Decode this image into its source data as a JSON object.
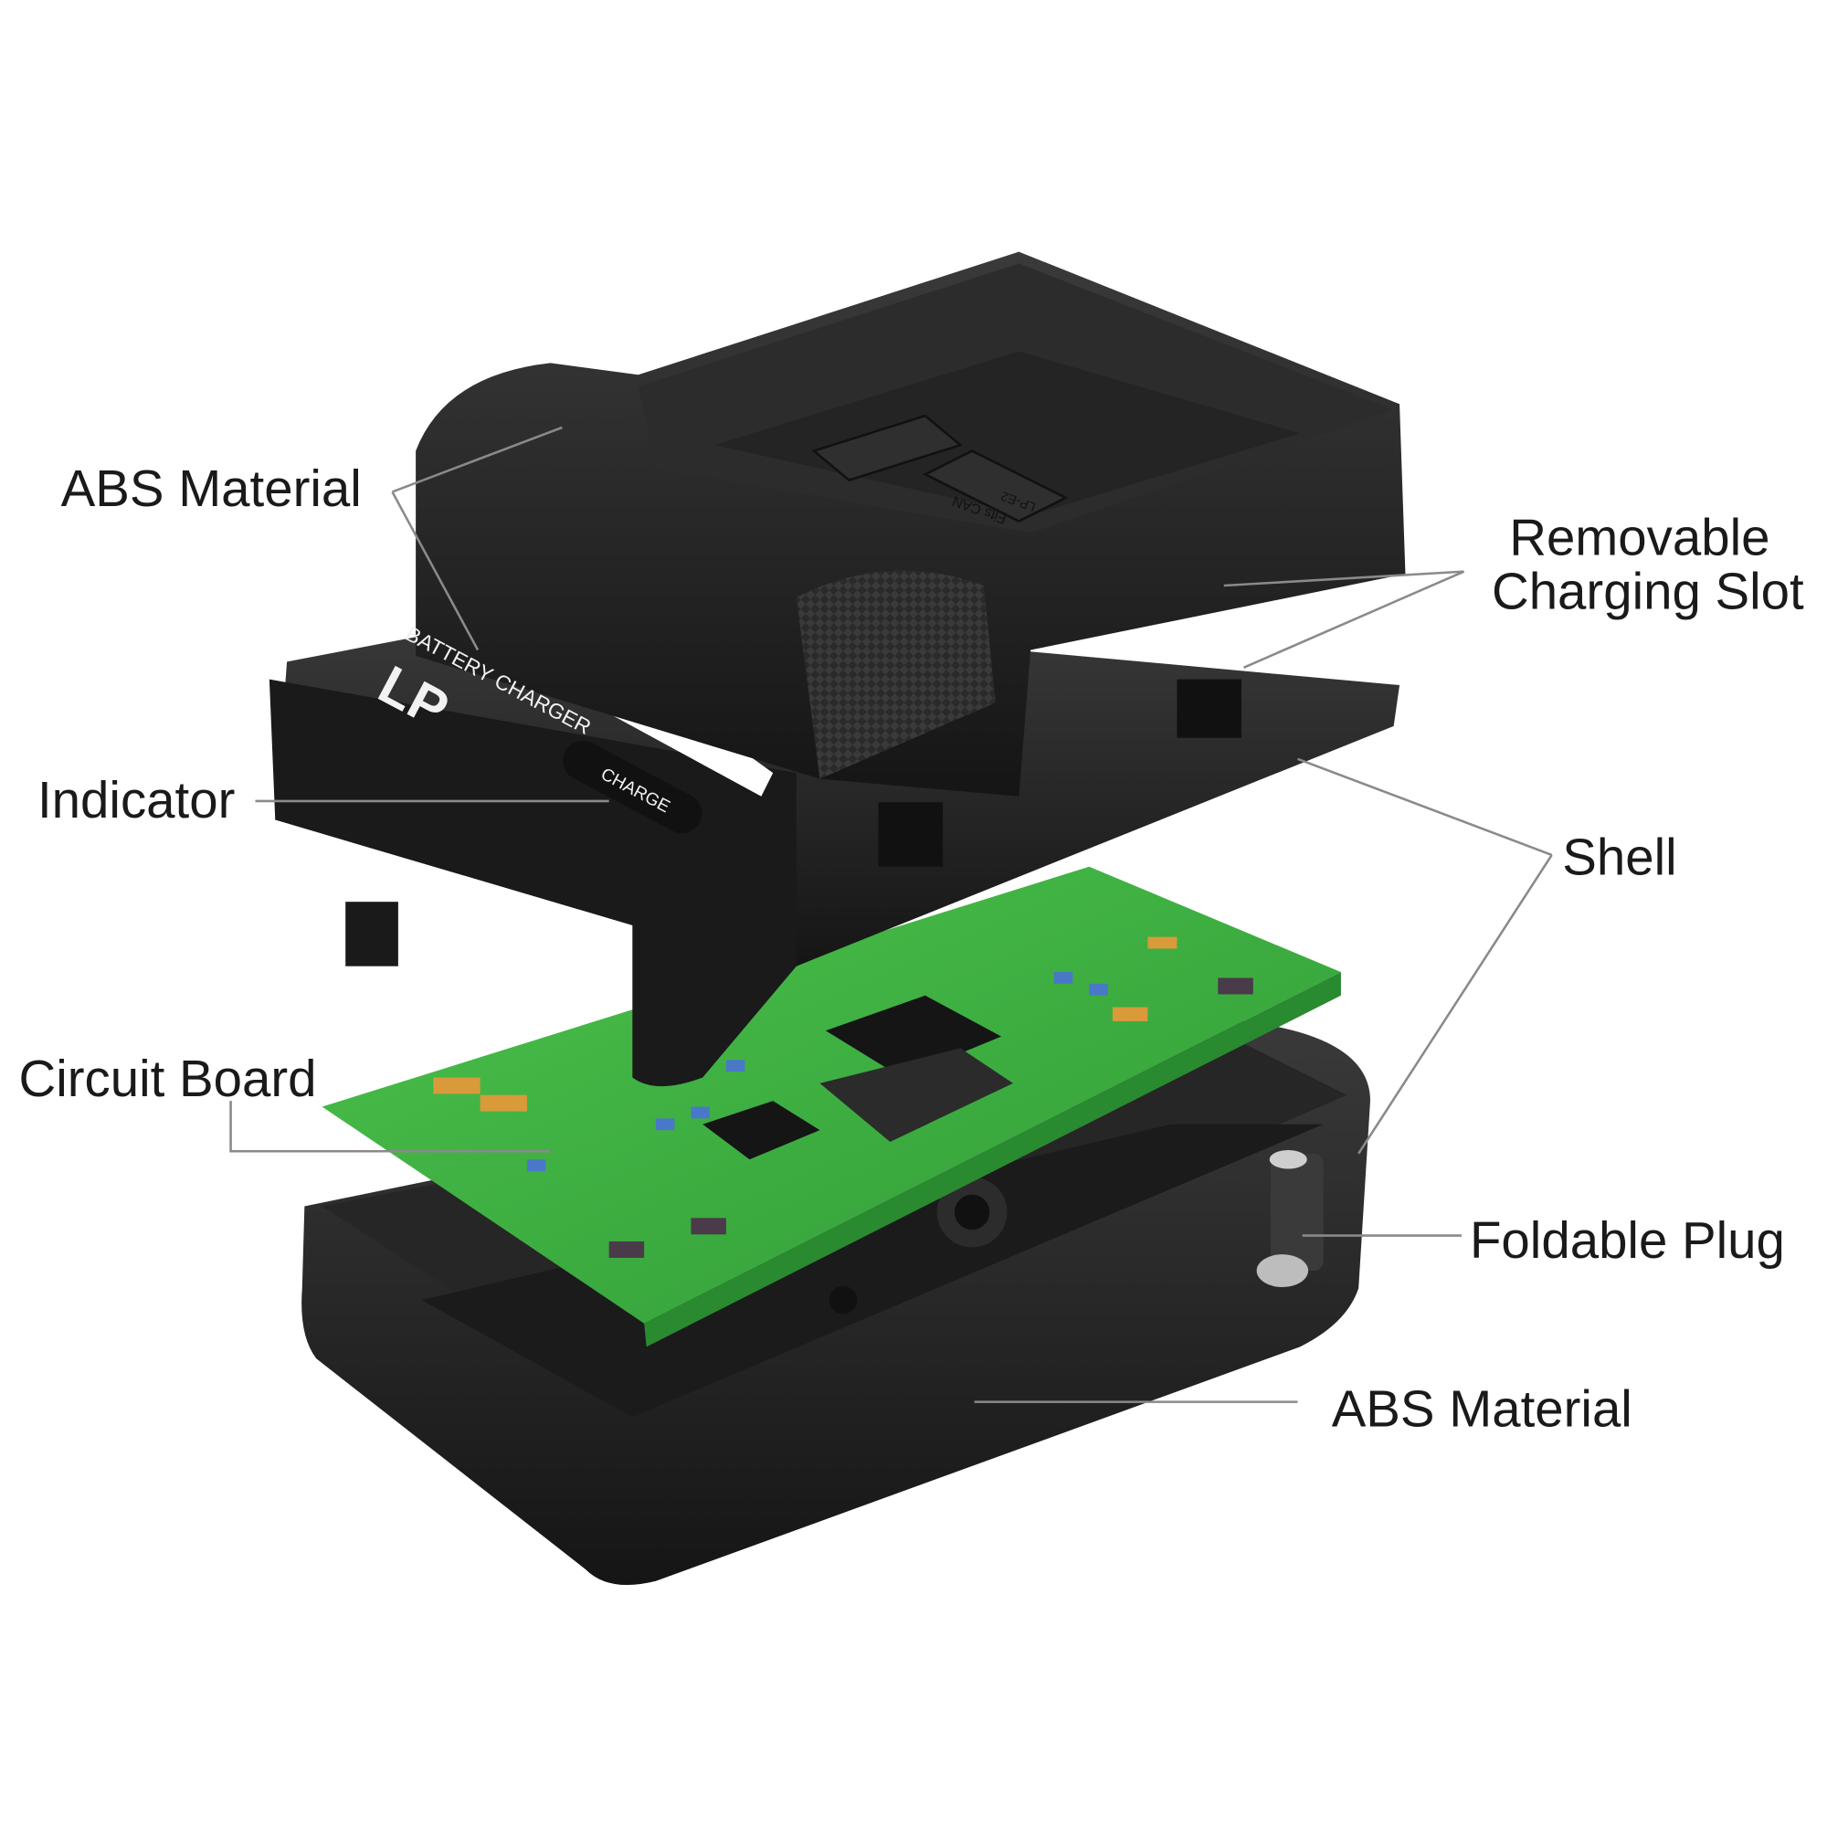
{
  "labels": {
    "abs_top": "ABS Material",
    "removable_line1": "Removable",
    "removable_line2": "Charging Slot",
    "indicator": "Indicator",
    "shell": "Shell",
    "circuit_board": "Circuit Board",
    "foldable_plug": "Foldable Plug",
    "abs_bottom": "ABS Material"
  },
  "device_text": {
    "brand_logo": "LP",
    "product": "BATTERY CHARGER",
    "indicator_text": "CHARGE",
    "slot_fits": "Fits CAN",
    "slot_model": "LP-E2"
  },
  "colors": {
    "body": "#1e1e1e",
    "pcb": "#3fae3f",
    "leader": "#8a8a8a"
  }
}
